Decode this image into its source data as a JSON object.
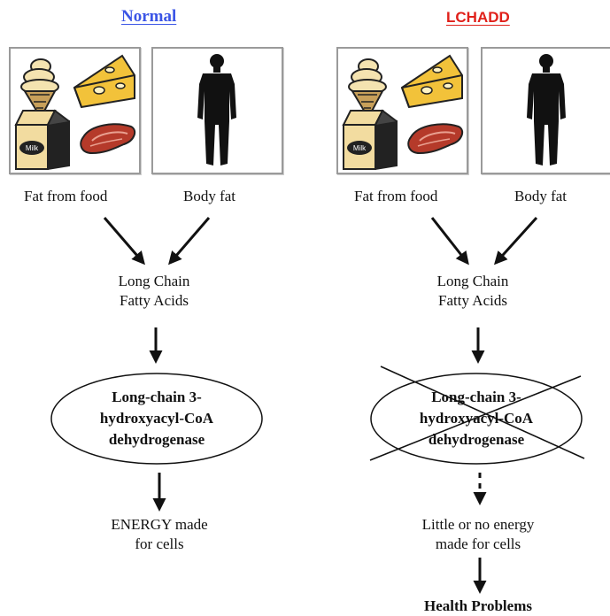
{
  "columns": [
    {
      "title": "Normal",
      "title_color": "#3b55e6",
      "left_label": "Fat from food",
      "right_label": "Body fat",
      "acids_line1": "Long Chain",
      "acids_line2": "Fatty Acids",
      "enzyme_line1": "Long-chain 3-",
      "enzyme_line2": "hydroxyacyl-CoA",
      "enzyme_line3": "dehydrogenase",
      "result_line1": "ENERGY made",
      "result_line2": "for cells"
    },
    {
      "title": "LCHADD",
      "title_color": "#e0201a",
      "left_label": "Fat from food",
      "right_label": "Body fat",
      "acids_line1": "Long Chain",
      "acids_line2": "Fatty Acids",
      "enzyme_line1": "Long-chain 3-",
      "enzyme_line2": "hydroxyacyl-CoA",
      "enzyme_line3": "dehydrogenase",
      "result_line1": "Little or no energy",
      "result_line2": "made for cells",
      "outcome": "Health Problems"
    }
  ]
}
